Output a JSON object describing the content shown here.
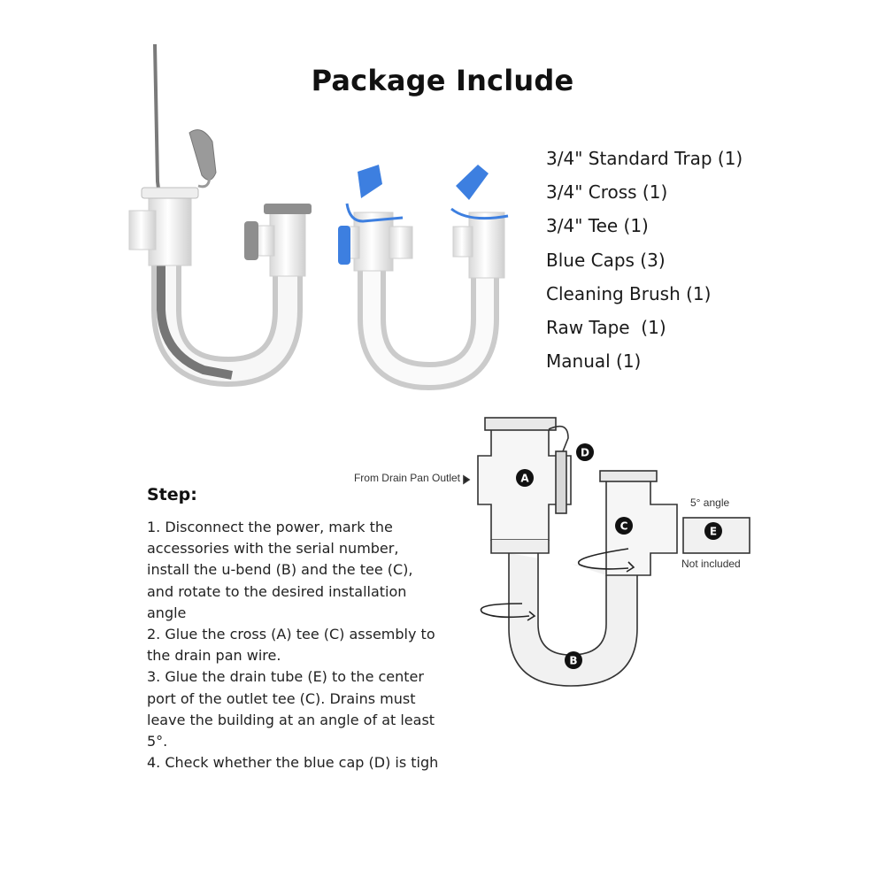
{
  "title": "Package Include",
  "package_items": [
    "3/4\" Standard Trap (1)",
    "3/4\" Cross (1)",
    "3/4\" Tee (1)",
    "Blue Caps (3)",
    "Cleaning Brush (1)",
    "Raw Tape  (1)",
    "Manual (1)"
  ],
  "step_title": "Step:",
  "steps": [
    "1. Disconnect the power, mark the accessories with the serial number, install the u-bend (B) and the tee (C), and rotate to the desired installation angle",
    "2. Glue the cross (A) tee (C) assembly to the drain pan wire.",
    "3. Glue the drain tube (E) to the center port of the outlet tee (C). Drains must leave the building at an angle of at least 5°.",
    "4. Check whether the blue cap (D) is tigh"
  ],
  "diagram": {
    "inlet_label": "From Drain Pan Outlet",
    "angle_label": "5° angle",
    "not_included_label": "Not included",
    "markers": {
      "a": "A",
      "b": "B",
      "c": "C",
      "d": "D",
      "e": "E"
    }
  },
  "colors": {
    "cap_blue": "#3d7fe0",
    "cap_gray": "#8e8e8e",
    "pipe_white": "#f2f2f2",
    "text": "#111111"
  }
}
